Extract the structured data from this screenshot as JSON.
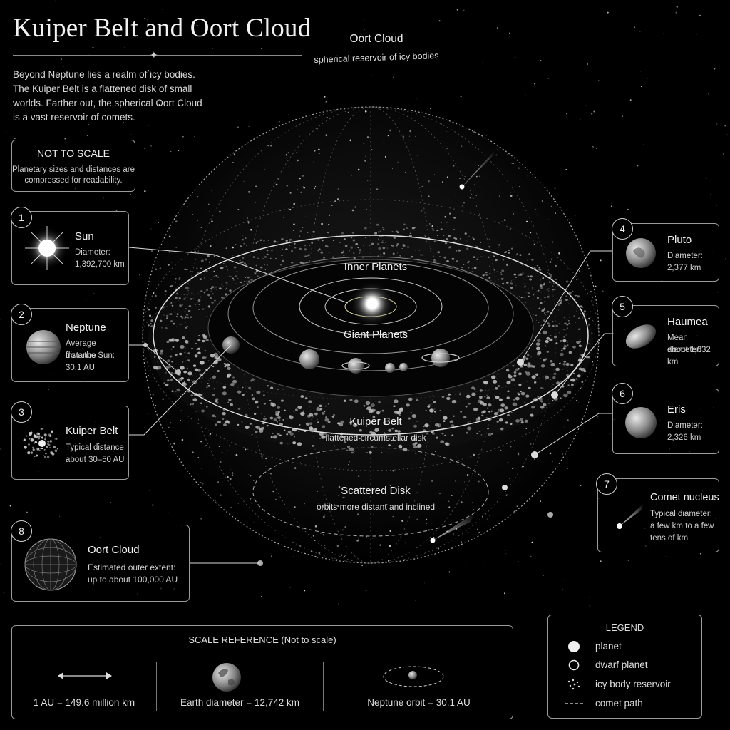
{
  "title": "Kuiper Belt and Oort Cloud",
  "intro": "Beyond Neptune lies a realm of icy bodies. The Kuiper Belt is a flattened disk of small worlds. Farther out, the spherical Oort Cloud is a vast reservoir of comets.",
  "not_to_scale": {
    "title": "NOT TO SCALE",
    "text": "Planetary sizes and distances are compressed for readability."
  },
  "diagram_labels": {
    "oort_title": "Oort Cloud",
    "oort_sub": "spherical reservoir of icy bodies",
    "inner_planets": "Inner Planets",
    "giant_planets": "Giant Planets",
    "kuiper_title": "Kuiper Belt",
    "kuiper_sub": "flattened circumstellar disk",
    "scattered_title": "Scattered Disk",
    "scattered_sub": "orbits more distant and inclined"
  },
  "cards": [
    {
      "num": "1",
      "title": "Sun",
      "lines": [
        "Diameter:",
        "1,392,700 km"
      ],
      "icon": "sun-icon"
    },
    {
      "num": "2",
      "title": "Neptune",
      "lines": [
        "Average distance",
        "from the Sun:",
        "30.1 AU"
      ],
      "icon": "neptune-icon"
    },
    {
      "num": "3",
      "title": "Kuiper Belt",
      "lines": [
        "Typical distance:",
        "about 30–50 AU"
      ],
      "icon": "kuiper-belt-icon"
    },
    {
      "num": "4",
      "title": "Pluto",
      "lines": [
        "Diameter:",
        "2,377 km"
      ],
      "icon": "pluto-icon"
    },
    {
      "num": "5",
      "title": "Haumea",
      "lines": [
        "Mean diameter:",
        "about 1,632 km"
      ],
      "icon": "haumea-icon"
    },
    {
      "num": "6",
      "title": "Eris",
      "lines": [
        "Diameter:",
        "2,326 km"
      ],
      "icon": "eris-icon"
    },
    {
      "num": "7",
      "title": "Comet nucleus",
      "lines": [
        "Typical diameter:",
        "a few km to a few",
        "tens of km"
      ],
      "icon": "comet-icon"
    },
    {
      "num": "8",
      "title": "Oort Cloud",
      "lines": [
        "Estimated outer extent:",
        "up to about 100,000 AU"
      ],
      "icon": "oort-cloud-icon"
    }
  ],
  "scale_reference": {
    "title": "SCALE REFERENCE (Not to scale)",
    "au": "1 AU = 149.6 million km",
    "earth": "Earth diameter = 12,742 km",
    "neptune": "Neptune orbit = 30.1 AU"
  },
  "legend": {
    "title": "LEGEND",
    "items": [
      {
        "label": "planet",
        "icon": "planet-icon"
      },
      {
        "label": "dwarf planet",
        "icon": "dwarf-planet-icon"
      },
      {
        "label": "icy body reservoir",
        "icon": "icy-body-icon"
      },
      {
        "label": "comet path",
        "icon": "comet-path-icon"
      }
    ]
  },
  "colors": {
    "background": "#000000",
    "line": "#d8d8d8",
    "box_border": "#9a9a9a",
    "text": "#e6e6e6"
  }
}
